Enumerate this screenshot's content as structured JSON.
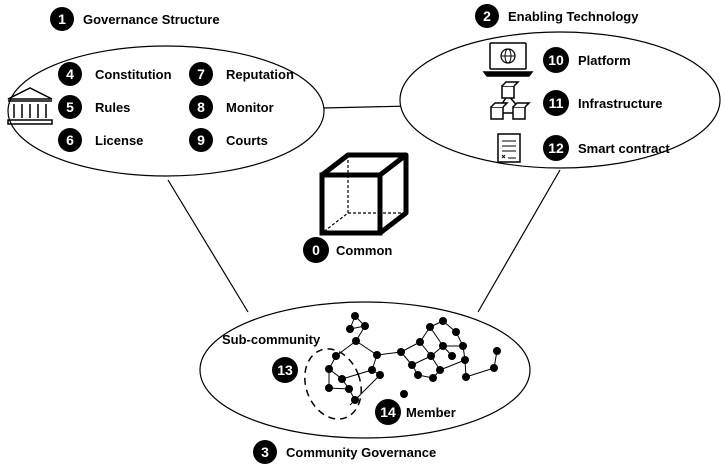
{
  "sections": {
    "governance": {
      "number": "1",
      "title": "Governance Structure"
    },
    "technology": {
      "number": "2",
      "title": "Enabling Technology"
    },
    "community": {
      "number": "3",
      "title": "Community Governance"
    }
  },
  "center": {
    "number": "0",
    "label": "Common"
  },
  "governance_items": [
    {
      "number": "4",
      "label": "Constitution"
    },
    {
      "number": "5",
      "label": "Rules"
    },
    {
      "number": "6",
      "label": "License"
    },
    {
      "number": "7",
      "label": "Reputation"
    },
    {
      "number": "8",
      "label": "Monitor"
    },
    {
      "number": "9",
      "label": "Courts"
    }
  ],
  "technology_items": [
    {
      "number": "10",
      "label": "Platform",
      "icon": "laptop-globe-icon"
    },
    {
      "number": "11",
      "label": "Infrastructure",
      "icon": "blocks-network-icon"
    },
    {
      "number": "12",
      "label": "Smart contract",
      "icon": "contract-document-icon"
    }
  ],
  "community": {
    "subcommunity_label": "Sub-community",
    "subcommunity_number": "13",
    "member_number": "14",
    "member_label": "Member"
  },
  "icons": {
    "governance": "institution-building-icon",
    "center": "cube-icon"
  },
  "colors": {
    "badge": "#000000",
    "badge_text": "#ffffff",
    "line": "#000000",
    "background": "#ffffff"
  }
}
